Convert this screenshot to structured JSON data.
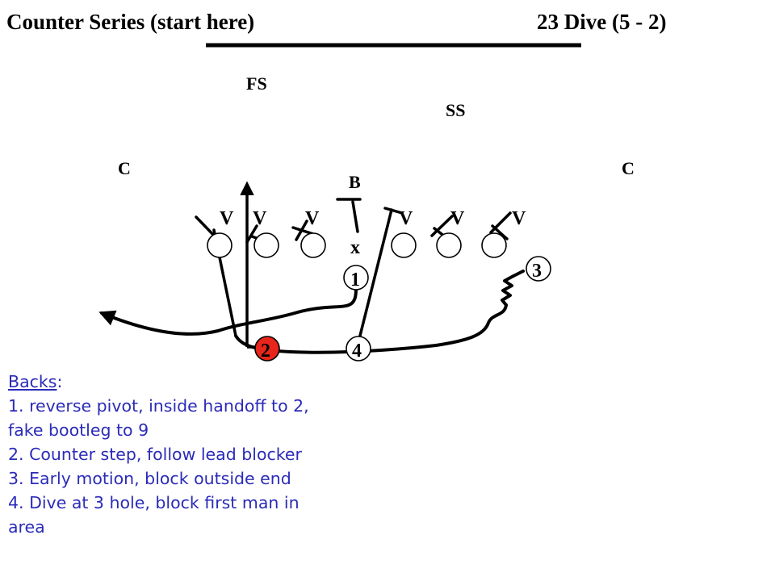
{
  "title": {
    "left": "Counter Series (start here)",
    "right": "23 Dive (5 - 2)"
  },
  "defense": {
    "free_safety": "FS",
    "strong_safety": "SS",
    "corner_left": "C",
    "corner_right": "C",
    "backer": "B",
    "linemen": [
      "V",
      "V",
      "V",
      "V",
      "V",
      "V"
    ]
  },
  "offense": {
    "center_mark": "x",
    "backs": [
      "1",
      "2",
      "3",
      "4"
    ],
    "ball_carrier_color": "#e8251b",
    "lineman_color": "#ffffff"
  },
  "notes": {
    "heading": "Backs",
    "heading_colon": ":",
    "lines": [
      "1. reverse pivot, inside handoff to 2,",
      "fake bootleg to 9",
      "2. Counter step, follow lead blocker",
      "3. Early motion, block outside end",
      "4. Dive at 3 hole, block first man in",
      "area"
    ],
    "text_color": "#2b2bb8"
  }
}
